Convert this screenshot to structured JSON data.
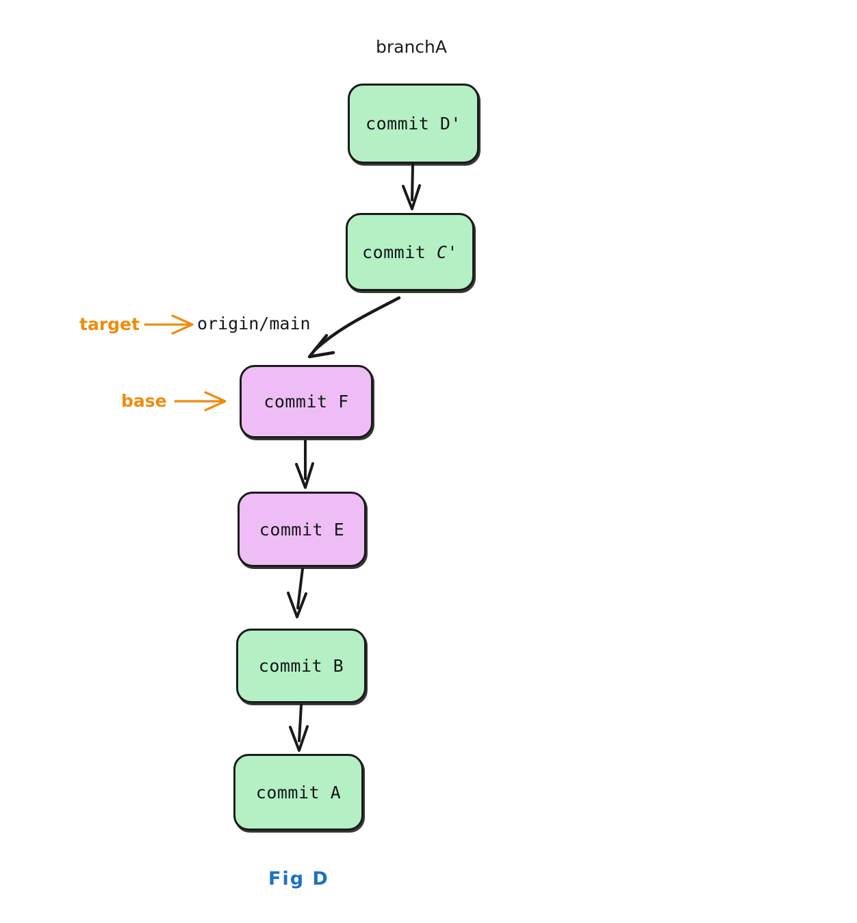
{
  "diagram": {
    "title_label": "branchA",
    "figure_caption": "Fig D",
    "ref_label": "origin/main",
    "colors": {
      "green": "#b4f0c4",
      "purple": "#efbdf6",
      "stroke": "#1a1a1a",
      "annotation_orange": "#ef8b0c",
      "figure_blue": "#1d72c2"
    },
    "nodes": [
      {
        "id": "D",
        "label_prefix": "commit ",
        "label_suffix": "D'",
        "color": "green",
        "italic": false
      },
      {
        "id": "C",
        "label_prefix": "commit ",
        "label_suffix": "C'",
        "color": "green",
        "italic": true
      },
      {
        "id": "F",
        "label_prefix": "commit ",
        "label_suffix": "F",
        "color": "purple",
        "italic": false
      },
      {
        "id": "E",
        "label_prefix": "commit ",
        "label_suffix": "E",
        "color": "purple",
        "italic": false
      },
      {
        "id": "B",
        "label_prefix": "commit ",
        "label_suffix": "B",
        "color": "green",
        "italic": false
      },
      {
        "id": "A",
        "label_prefix": "commit ",
        "label_suffix": "A",
        "color": "green",
        "italic": false
      }
    ],
    "annotations": [
      {
        "id": "target",
        "text": "target"
      },
      {
        "id": "base",
        "text": "base"
      }
    ],
    "edges": [
      {
        "from": "D",
        "to": "C",
        "style": "straight"
      },
      {
        "from": "C",
        "to": "F",
        "style": "curved"
      },
      {
        "from": "F",
        "to": "E",
        "style": "straight"
      },
      {
        "from": "E",
        "to": "B",
        "style": "straight"
      },
      {
        "from": "B",
        "to": "A",
        "style": "straight"
      }
    ]
  }
}
